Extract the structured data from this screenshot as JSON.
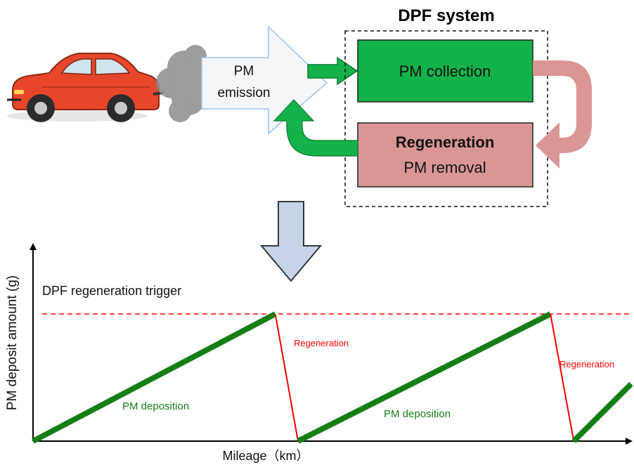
{
  "top_diagram": {
    "system_title": "DPF system",
    "arrow_label_line1": "PM",
    "arrow_label_line2": "emission",
    "collection_box_label": "PM collection",
    "regeneration_title": "Regeneration",
    "regeneration_subtitle": "PM removal",
    "colors": {
      "collection_fill": "#12b24a",
      "regeneration_fill": "#d99695",
      "return_arrow": "#d99695",
      "green_arrow": "#14b24a",
      "emission_arrow_fill": "#f4f6f7",
      "emission_arrow_stroke": "#9dc3e6",
      "car_body": "#e8462b",
      "smoke": "#8c8c8c",
      "down_arrow_fill": "#c5d4e6",
      "down_arrow_stroke": "#34383d"
    }
  },
  "chart": {
    "trigger_label": "DPF regeneration trigger",
    "ylabel": "PM deposit amount (g)",
    "xlabel": "Mileage（km）",
    "deposition_label": "PM deposition",
    "regeneration_label": "Regeneration",
    "colors": {
      "deposition": "#157f15",
      "regeneration": "#ff0000",
      "trigger_line": "#ff0000"
    }
  },
  "chart_data": {
    "type": "line",
    "xlabel": "Mileage（km）",
    "ylabel": "PM deposit amount (g)",
    "threshold_label": "DPF regeneration trigger",
    "threshold": 1.0,
    "segments": [
      {
        "kind": "PM deposition",
        "x": [
          0.0,
          0.405
        ],
        "y": [
          0.0,
          1.0
        ]
      },
      {
        "kind": "Regeneration",
        "x": [
          0.405,
          0.443
        ],
        "y": [
          1.0,
          0.0
        ]
      },
      {
        "kind": "PM deposition",
        "x": [
          0.443,
          0.865
        ],
        "y": [
          0.0,
          1.0
        ]
      },
      {
        "kind": "Regeneration",
        "x": [
          0.865,
          0.904
        ],
        "y": [
          1.0,
          0.0
        ]
      },
      {
        "kind": "PM deposition",
        "x": [
          0.904,
          1.0
        ],
        "y": [
          0.0,
          0.45
        ]
      }
    ],
    "xlim": [
      0,
      1
    ],
    "ylim": [
      0,
      1
    ],
    "grid": false
  }
}
